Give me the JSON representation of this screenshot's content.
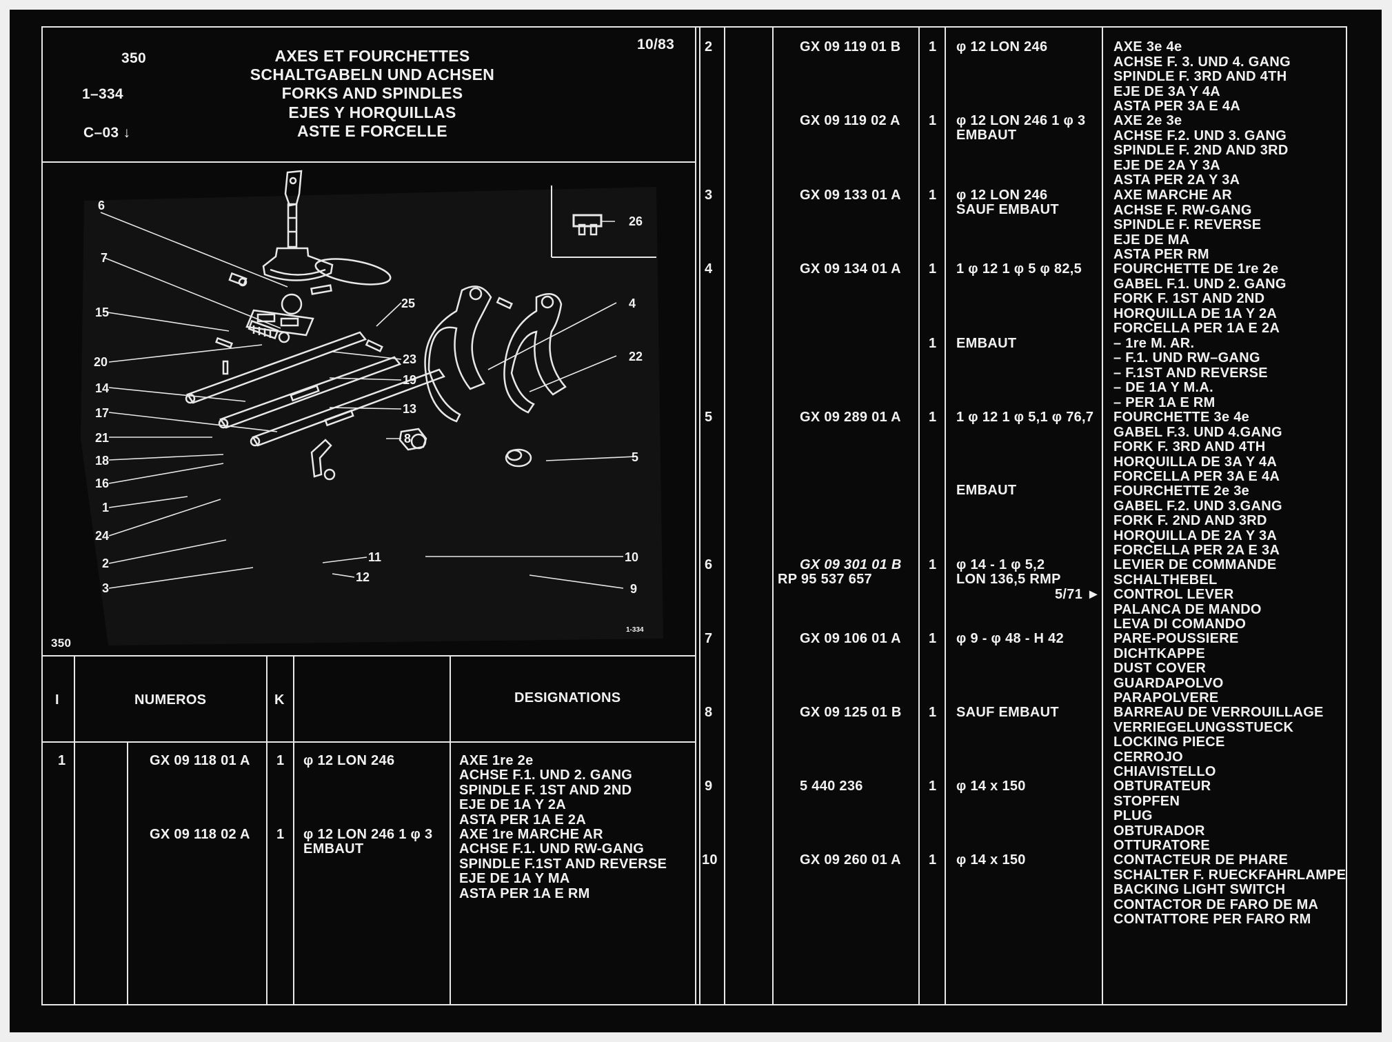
{
  "header": {
    "left_codes": [
      "350",
      "1–334",
      "C–03 ↓"
    ],
    "titles": [
      "AXES ET FOURCHETTES",
      "SCHALTGABELN UND ACHSEN",
      "FORKS AND SPINDLES",
      "EJES Y HORQUILLAS",
      "ASTE E FORCELLE"
    ],
    "date": "10/83"
  },
  "diagram": {
    "page_code": "350",
    "image_code": "1-334",
    "callouts": [
      "6",
      "7",
      "15",
      "20",
      "14",
      "17",
      "21",
      "18",
      "16",
      "1",
      "24",
      "2",
      "3",
      "25",
      "23",
      "19",
      "13",
      "8",
      "4",
      "22",
      "5",
      "11",
      "12",
      "10",
      "9",
      "26"
    ]
  },
  "table_header": {
    "col_i": "I",
    "col_numeros": "NUMEROS",
    "col_k": "K",
    "col_designations": "DESIGNATIONS"
  },
  "left_rows": [
    {
      "i": "1",
      "ref": "GX  09  118  01  A",
      "k": "1",
      "spec": [
        "φ 12 LON 246"
      ],
      "desc": [
        "AXE 1re 2e",
        "ACHSE F.1. UND 2. GANG",
        "SPINDLE F. 1ST AND 2ND",
        "EJE DE 1A Y 2A",
        "ASTA PER 1A E 2A"
      ]
    },
    {
      "i": "",
      "ref": "GX  09  118  02  A",
      "k": "1",
      "spec": [
        "φ 12 LON 246 1 φ 3",
        "EMBAUT"
      ],
      "desc": [
        "AXE 1re MARCHE AR",
        "ACHSE F.1. UND RW-GANG",
        "SPINDLE F.1ST AND REVERSE",
        "EJE DE 1A Y MA",
        "ASTA PER 1A E RM"
      ]
    }
  ],
  "right_rows": [
    {
      "i": "2",
      "ref": "GX  09  119  01  B",
      "k": "1",
      "spec": [
        "φ 12 LON 246"
      ],
      "desc": [
        "AXE 3e 4e",
        "ACHSE F. 3. UND 4. GANG",
        "SPINDLE F. 3RD AND 4TH",
        "EJE DE 3A Y 4A",
        "ASTA PER 3A E 4A"
      ]
    },
    {
      "i": "",
      "ref": "GX  09  119  02  A",
      "k": "1",
      "spec": [
        "φ 12 LON 246 1 φ 3",
        "EMBAUT"
      ],
      "desc": [
        "AXE 2e 3e",
        "ACHSE F.2. UND 3. GANG",
        "SPINDLE F. 2ND AND 3RD",
        "EJE DE 2A Y 3A",
        "ASTA PER 2A Y 3A"
      ]
    },
    {
      "i": "3",
      "ref": "GX  09  133  01  A",
      "k": "1",
      "spec": [
        "φ 12 LON 246",
        "SAUF EMBAUT"
      ],
      "desc": [
        "AXE MARCHE AR",
        "ACHSE F. RW-GANG",
        "SPINDLE F. REVERSE",
        "EJE DE MA",
        "ASTA PER RM"
      ]
    },
    {
      "i": "4",
      "ref": "GX  09  134  01  A",
      "k": "1",
      "spec": [
        "1 φ 12 1 φ 5 φ 82,5"
      ],
      "desc": [
        "FOURCHETTE DE 1re 2e",
        "GABEL F.1. UND 2. GANG",
        "FORK F. 1ST AND 2ND",
        "HORQUILLA DE 1A Y 2A",
        "FORCELLA PER 1A E 2A"
      ]
    },
    {
      "i": "",
      "ref": "",
      "k": "1",
      "spec": [
        "EMBAUT"
      ],
      "desc": [
        "– 1re M. AR.",
        "– F.1. UND RW–GANG",
        "– F.1ST AND REVERSE",
        "– DE 1A Y M.A.",
        "– PER 1A E RM"
      ]
    },
    {
      "i": "5",
      "ref": "GX  09  289  01  A",
      "k": "1",
      "spec": [
        "1 φ 12 1 φ 5,1  φ 76,7"
      ],
      "desc": [
        "FOURCHETTE 3e 4e",
        "GABEL F.3. UND 4.GANG",
        "FORK F. 3RD AND 4TH",
        "HORQUILLA DE 3A Y 4A",
        "FORCELLA PER 3A E 4A"
      ]
    },
    {
      "i": "",
      "ref": "",
      "k": "",
      "spec": [
        "EMBAUT"
      ],
      "desc": [
        "FOURCHETTE 2e 3e",
        "GABEL F.2. UND 3.GANG",
        "FORK F. 2ND AND 3RD",
        "HORQUILLA DE 2A Y 3A",
        "FORCELLA PER 2A E 3A"
      ]
    },
    {
      "i": "6",
      "ref": "GX  09  301  01  B",
      "ref2": "RP  95  537  657",
      "k": "1",
      "spec": [
        "φ 14 - 1 φ 5,2",
        "LON 136,5 RMP"
      ],
      "note": "5/71 ►",
      "desc": [
        "LEVIER DE COMMANDE",
        "SCHALTHEBEL",
        "CONTROL LEVER",
        "PALANCA DE MANDO",
        "LEVA DI COMANDO"
      ]
    },
    {
      "i": "7",
      "ref": "GX  09  106  01  A",
      "k": "1",
      "spec": [
        "φ 9 - φ 48 - H 42"
      ],
      "desc": [
        "PARE-POUSSIERE",
        "DICHTKAPPE",
        "DUST COVER",
        "GUARDAPOLVO",
        "PARAPOLVERE"
      ]
    },
    {
      "i": "8",
      "ref": "GX  09  125  01  B",
      "k": "1",
      "spec": [
        "SAUF EMBAUT"
      ],
      "desc": [
        "BARREAU DE VERROUILLAGE",
        "VERRIEGELUNGSSTUECK",
        "LOCKING PIECE",
        "CERROJO",
        "CHIAVISTELLO"
      ]
    },
    {
      "i": "9",
      "ref": "5  440  236",
      "k": "1",
      "spec": [
        "φ 14 x 150"
      ],
      "desc": [
        "OBTURATEUR",
        "STOPFEN",
        "PLUG",
        "OBTURADOR",
        "OTTURATORE"
      ]
    },
    {
      "i": "10",
      "ref": "GX  09  260  01  A",
      "k": "1",
      "spec": [
        "φ 14 x 150"
      ],
      "desc": [
        "CONTACTEUR DE PHARE",
        "SCHALTER F. RUECKFAHRLAMPE",
        "BACKING LIGHT SWITCH",
        "CONTACTOR DE FARO DE MA",
        "CONTATTORE PER FARO RM"
      ]
    }
  ]
}
